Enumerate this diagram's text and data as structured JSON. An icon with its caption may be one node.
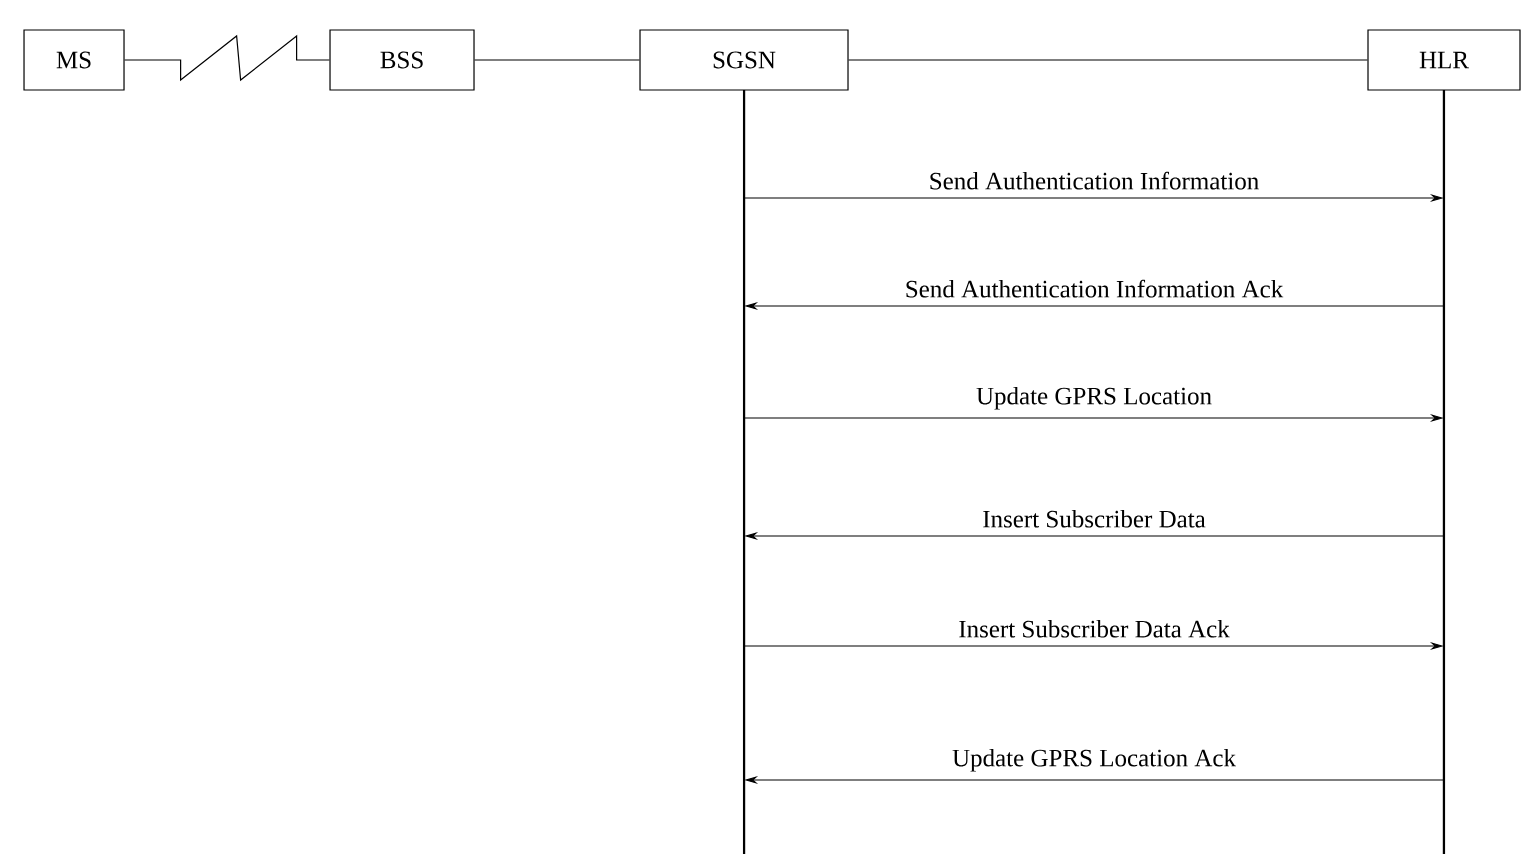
{
  "diagram": {
    "nodes": [
      {
        "text": [
          "MS"
        ]
      },
      {
        "text": [
          "BSS"
        ]
      },
      {
        "text": [
          "SGSN"
        ]
      },
      {
        "text": [
          "HLR"
        ]
      }
    ],
    "edges": [
      {
        "from": 0,
        "to": 1,
        "arrow": "none"
      },
      {
        "from": 1,
        "to": 2,
        "arrow": "none"
      },
      {
        "from": 2,
        "to": 3,
        "arrow": "none"
      },
      {
        "from": 2,
        "to": 3,
        "arrow": "to",
        "label": "Send Authentication Information"
      },
      {
        "from": 3,
        "to": 2,
        "arrow": "to",
        "label": "Send Authentication Information Ack"
      },
      {
        "from": 2,
        "to": 3,
        "arrow": "to",
        "label": "Update GPRS Location"
      },
      {
        "from": 3,
        "to": 2,
        "arrow": "to",
        "label": "Insert Subscriber Data"
      },
      {
        "from": 2,
        "to": 3,
        "arrow": "to",
        "label": "Insert Subscriber Data Ack"
      },
      {
        "from": 3,
        "to": 2,
        "arrow": "to",
        "label": "Update GPRS Location Ack"
      }
    ]
  }
}
